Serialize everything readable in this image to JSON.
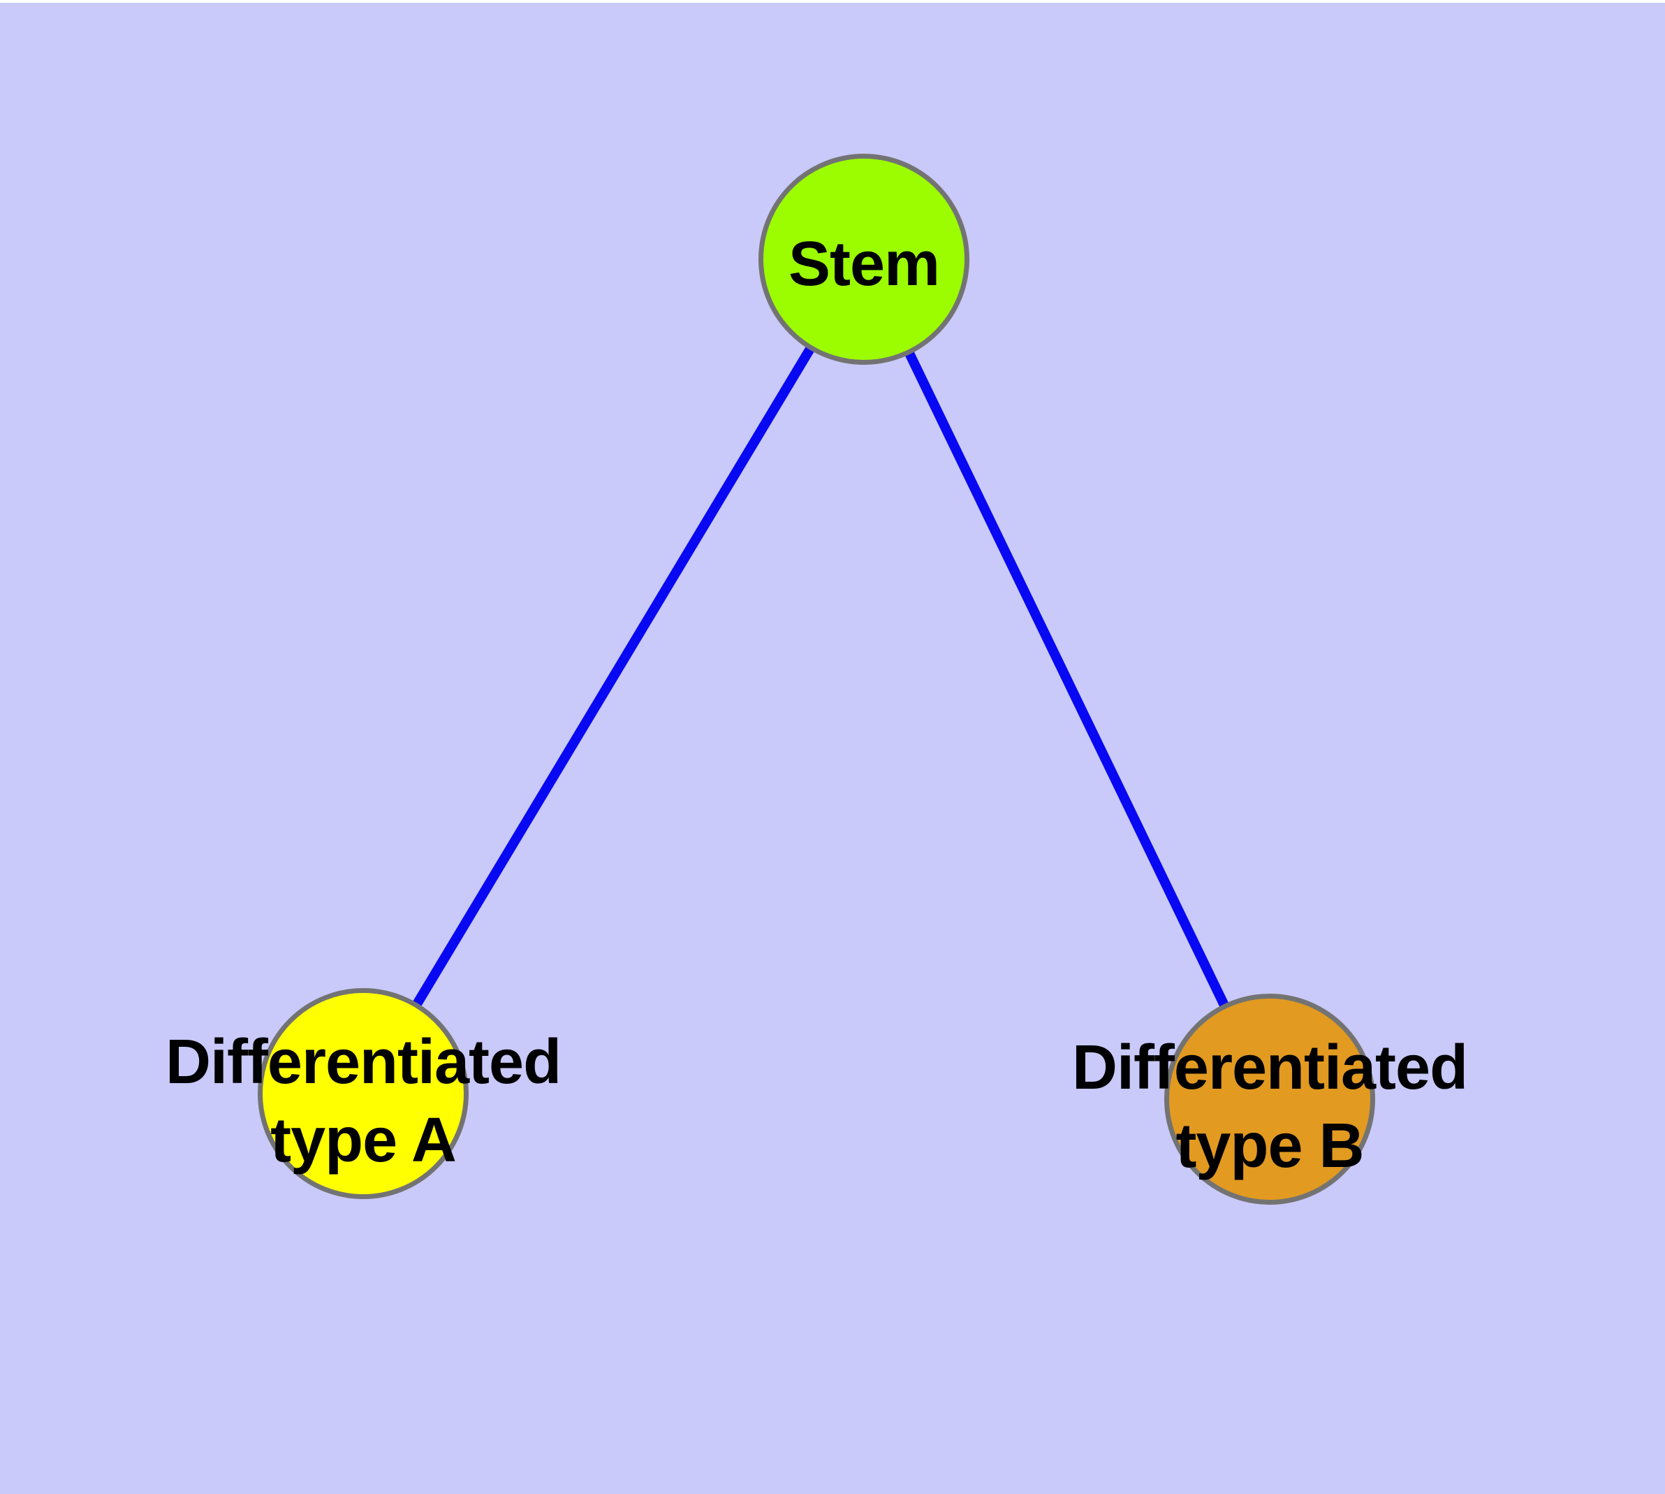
{
  "diagram": {
    "type": "graph",
    "page_color": "#ffffff",
    "background_color": "#c9c9fa",
    "edge_color": "#0808f2",
    "node_border_color": "#737373",
    "label_color": "#000000",
    "nodes": [
      {
        "id": "stem",
        "label": "Stem",
        "fill": "#9bfd00"
      },
      {
        "id": "type-a",
        "label": "Differentiated\ntype A",
        "fill": "#ffff00"
      },
      {
        "id": "type-b",
        "label": "Differentiated\ntype B",
        "fill": "#e29a20"
      }
    ],
    "edges": [
      {
        "from": "Stem",
        "to": "Differentiated type A"
      },
      {
        "from": "Stem",
        "to": "Differentiated type B"
      }
    ]
  }
}
